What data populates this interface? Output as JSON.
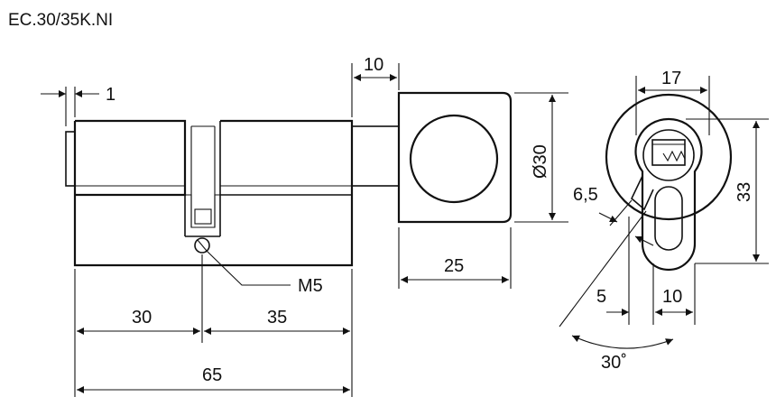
{
  "title": "EC.30/35K.NI",
  "dimensions": {
    "flange_gap": "1",
    "knob_offset": "10",
    "knob_diameter": "Ø30",
    "knob_width": "25",
    "screw": "M5",
    "left_length": "30",
    "right_length": "35",
    "total_length": "65",
    "profile_width": "17",
    "profile_height": "33",
    "cam_thickness": "6,5",
    "cam_offset": "5",
    "profile_base": "10",
    "cam_angle": "30˚"
  },
  "colors": {
    "line": "#111111",
    "background": "#ffffff"
  }
}
